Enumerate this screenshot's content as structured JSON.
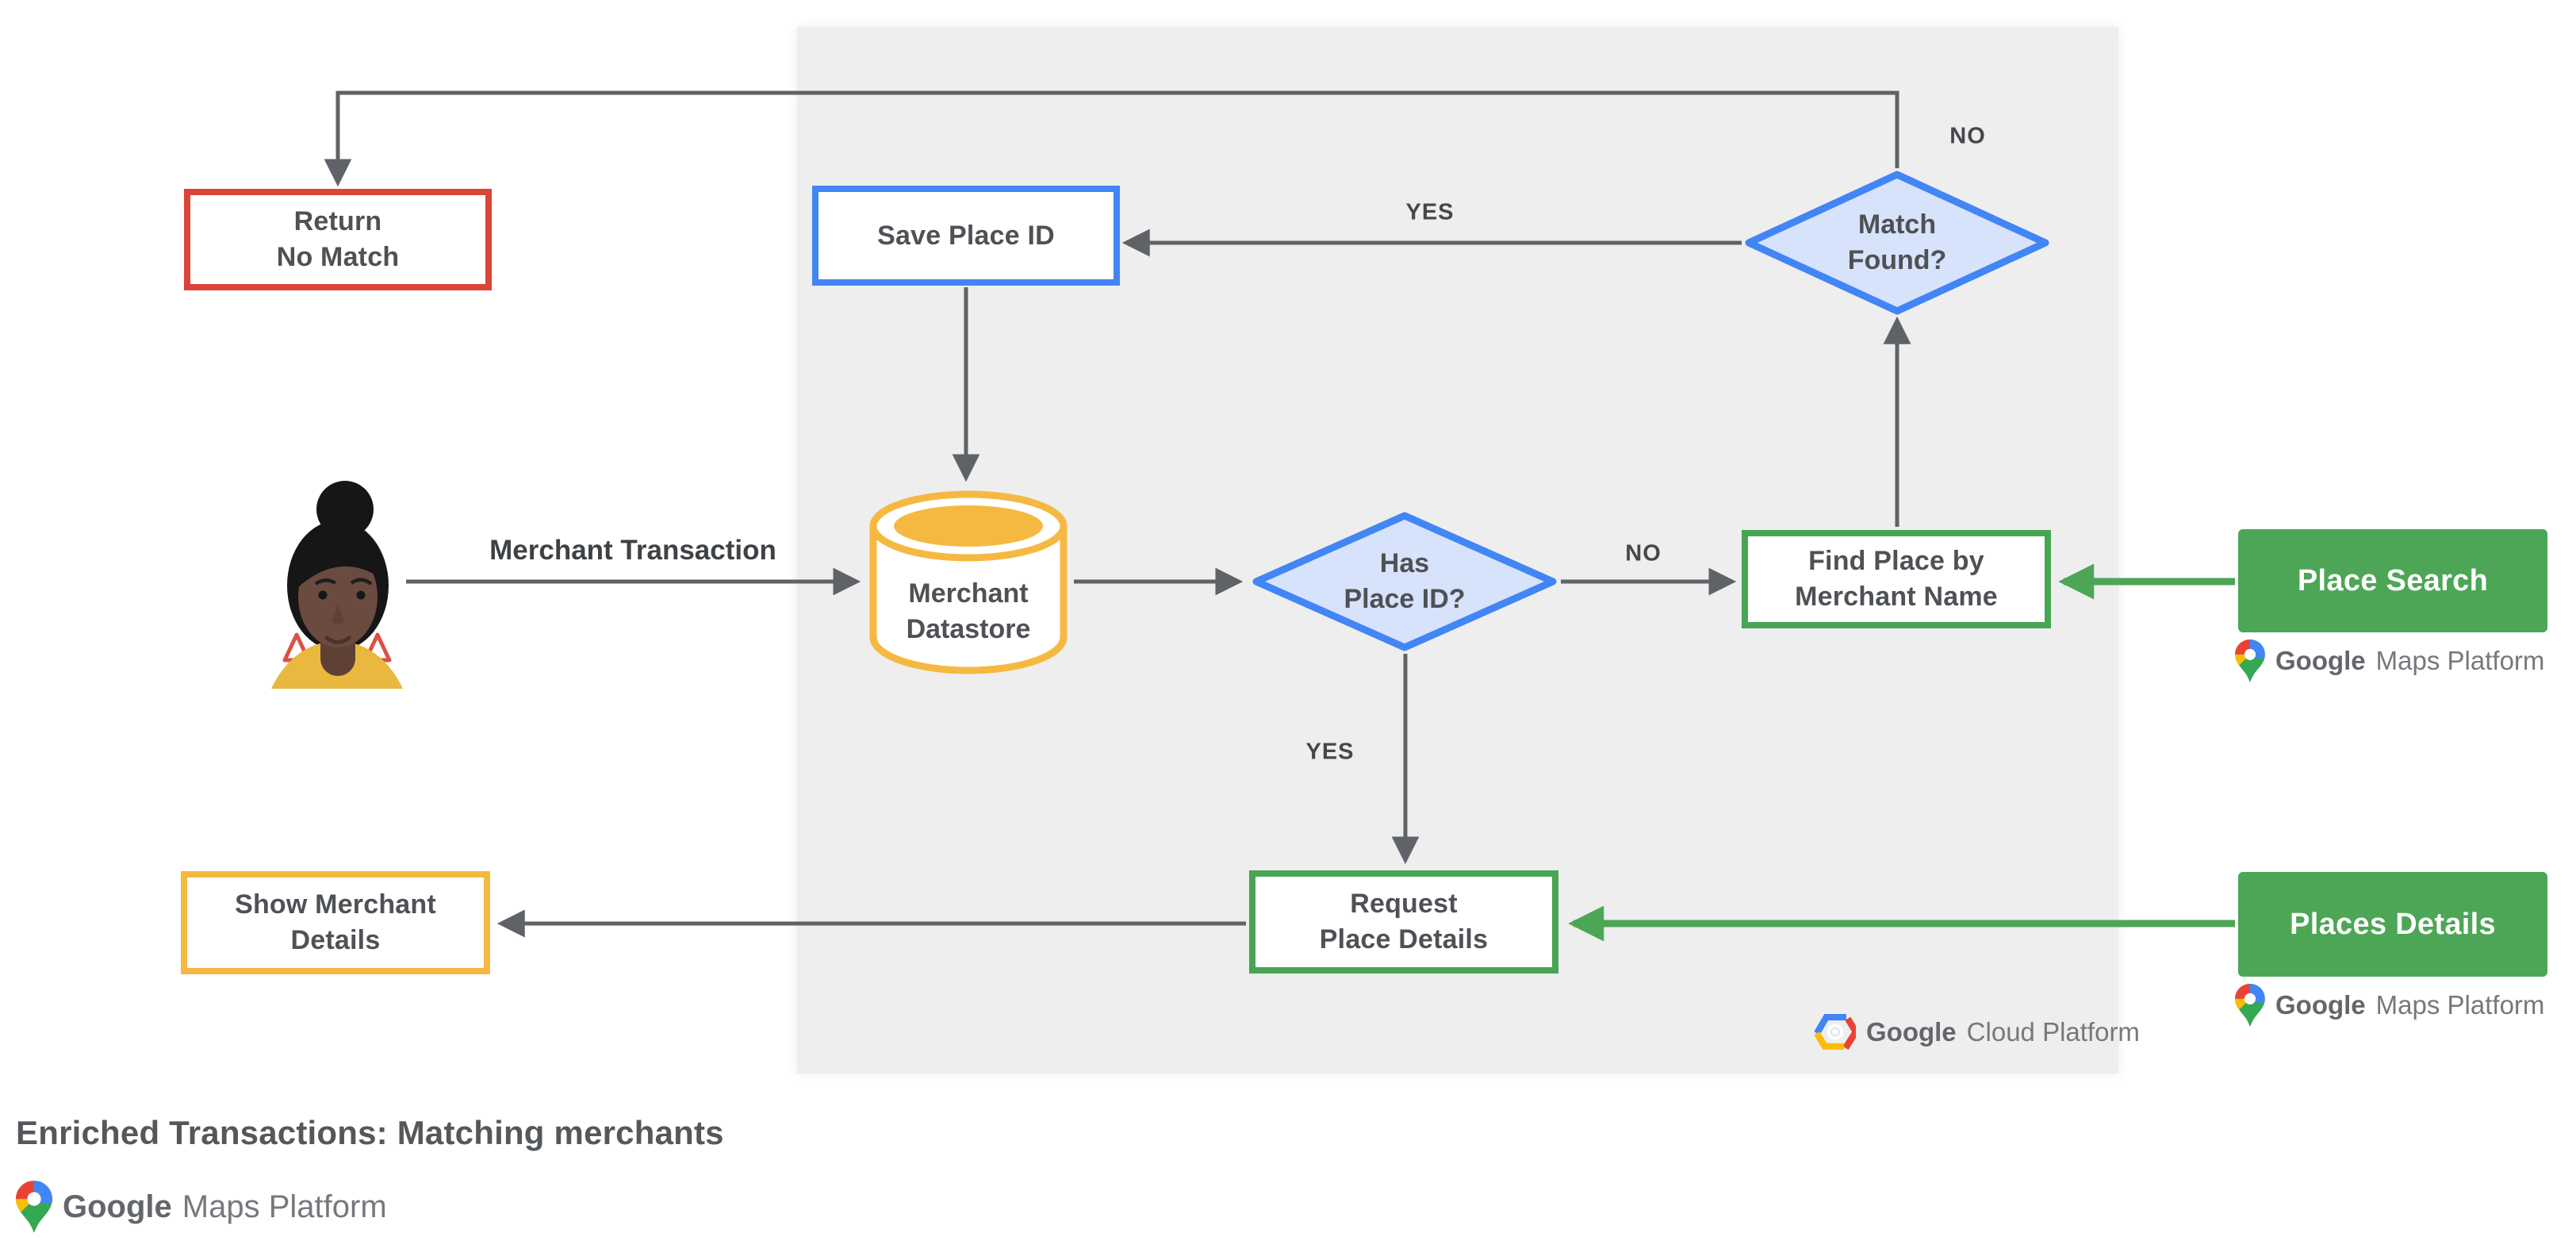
{
  "title": "Enriched Transactions: Matching merchants",
  "nodes": {
    "return_no_match": "Return\nNo Match",
    "save_place_id": "Save Place ID",
    "match_found": "Match\nFound?",
    "merchant_datastore": "Merchant\nDatastore",
    "has_place_id": "Has\nPlace ID?",
    "find_place_by_merchant_name": "Find Place by\nMerchant Name",
    "request_place_details": "Request\nPlace Details",
    "show_merchant_details": "Show Merchant\nDetails",
    "place_search": "Place Search",
    "places_details": "Places Details"
  },
  "edge_labels": {
    "merchant_transaction": "Merchant Transaction",
    "match_found_no": "NO",
    "match_found_yes": "YES",
    "has_place_id_no": "NO",
    "has_place_id_yes": "YES"
  },
  "logos": {
    "maps_brand": "Google",
    "maps_rest": "Maps Platform",
    "cloud_brand": "Google",
    "cloud_rest": "Cloud Platform"
  },
  "colors": {
    "google_blue": "#4285F4",
    "diamond_fill": "#D7E2FB",
    "google_red": "#DB4437",
    "google_yellow": "#F5B942",
    "google_green": "#4CA656",
    "panel_gray": "#EEEEEE",
    "arrow_gray": "#5F6368"
  }
}
